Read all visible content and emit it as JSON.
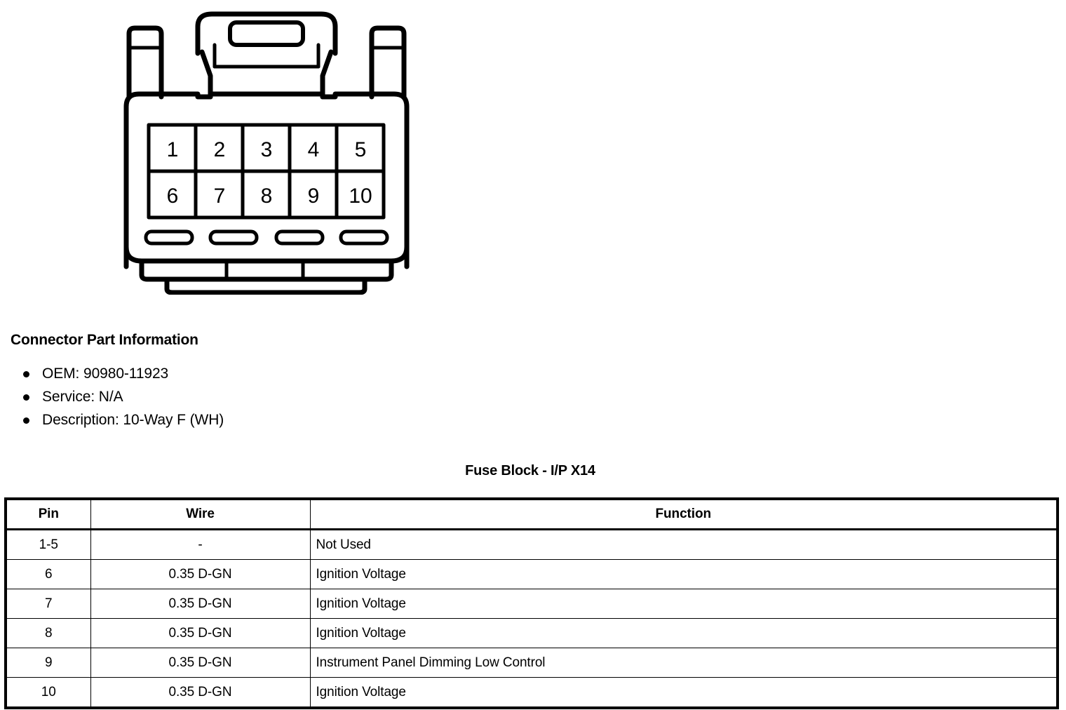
{
  "connector": {
    "alt": "10-way female connector face view with latch",
    "pins_top_row": [
      "1",
      "2",
      "3",
      "4",
      "5"
    ],
    "pins_bottom_row": [
      "6",
      "7",
      "8",
      "9",
      "10"
    ]
  },
  "part_info": {
    "heading": "Connector Part Information",
    "items": [
      "OEM: 90980-11923",
      "Service: N/A",
      "Description: 10-Way F (WH)"
    ]
  },
  "table": {
    "title": "Fuse Block - I/P X14",
    "headers": {
      "pin": "Pin",
      "wire": "Wire",
      "function": "Function"
    },
    "rows": [
      {
        "pin": "1-5",
        "wire": "-",
        "function": "Not Used"
      },
      {
        "pin": "6",
        "wire": "0.35 D-GN",
        "function": "Ignition Voltage"
      },
      {
        "pin": "7",
        "wire": "0.35 D-GN",
        "function": "Ignition Voltage"
      },
      {
        "pin": "8",
        "wire": "0.35 D-GN",
        "function": "Ignition Voltage"
      },
      {
        "pin": "9",
        "wire": "0.35 D-GN",
        "function": "Instrument Panel Dimming Low Control"
      },
      {
        "pin": "10",
        "wire": "0.35 D-GN",
        "function": "Ignition Voltage"
      }
    ]
  },
  "colors": {
    "ink": "#000000",
    "paper": "#ffffff"
  }
}
